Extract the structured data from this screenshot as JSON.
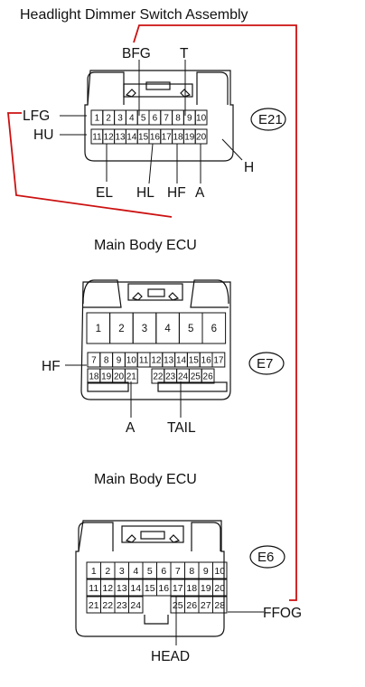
{
  "connectors": [
    {
      "id": "E21",
      "title": "Headlight Dimmer Switch Assembly",
      "rows": [
        [
          "1",
          "2",
          "3",
          "4",
          "5",
          "6",
          "7",
          "8",
          "9",
          "10"
        ],
        [
          "11",
          "12",
          "13",
          "14",
          "15",
          "16",
          "17",
          "18",
          "19",
          "20"
        ]
      ],
      "signals": [
        "BFG",
        "T",
        "LFG",
        "HU",
        "EL",
        "HL",
        "HF",
        "A",
        "H"
      ]
    },
    {
      "id": "E7",
      "title": "Main Body ECU",
      "rows": [
        [
          "1",
          "2",
          "3",
          "4",
          "5",
          "6"
        ],
        [
          "7",
          "8",
          "9",
          "10",
          "11",
          "12",
          "13",
          "14",
          "15",
          "16",
          "17"
        ],
        [
          "18",
          "19",
          "20",
          "21",
          "22",
          "23",
          "24",
          "25",
          "26"
        ]
      ],
      "signals": [
        "HF",
        "A",
        "TAIL"
      ]
    },
    {
      "id": "E6",
      "title": "Main Body ECU",
      "rows": [
        [
          "1",
          "2",
          "3",
          "4",
          "5",
          "6",
          "7",
          "8",
          "9",
          "10"
        ],
        [
          "11",
          "12",
          "13",
          "14",
          "15",
          "16",
          "17",
          "18",
          "19",
          "20"
        ],
        [
          "21",
          "22",
          "23",
          "24",
          "25",
          "26",
          "27",
          "28"
        ]
      ],
      "signals": [
        "FFOG",
        "HEAD"
      ]
    }
  ],
  "colors": {
    "wire": "#cc1111",
    "line": "#111111"
  }
}
